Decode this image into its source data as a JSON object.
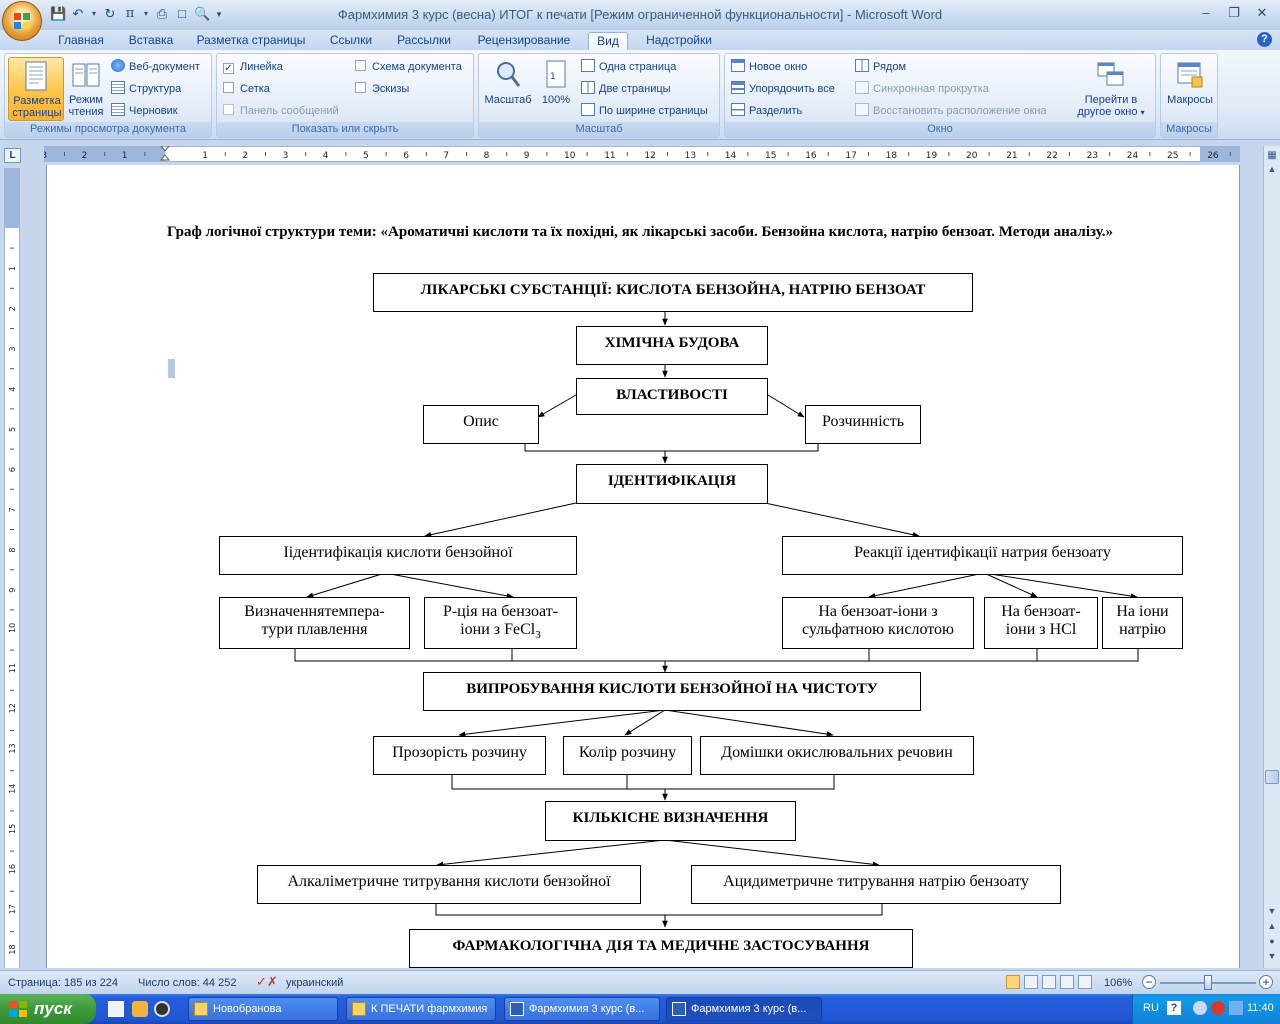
{
  "window": {
    "title": "Фармхимия 3 курс (весна) ИТОГ к печати [Режим ограниченной функциональности] - Microsoft Word"
  },
  "tabs": [
    {
      "label": "Главная"
    },
    {
      "label": "Вставка"
    },
    {
      "label": "Разметка страницы"
    },
    {
      "label": "Ссылки"
    },
    {
      "label": "Рассылки"
    },
    {
      "label": "Рецензирование"
    },
    {
      "label": "Вид",
      "active": true
    },
    {
      "label": "Надстройки"
    }
  ],
  "ribbon": {
    "views": {
      "label": "Режимы просмотра документа",
      "page_layout": "Разметка страницы",
      "reading_1": "Режим",
      "reading_2": "чтения",
      "web": "Веб-документ",
      "outline": "Структура",
      "draft": "Черновик"
    },
    "show": {
      "label": "Показать или скрыть",
      "ruler": "Линейка",
      "grid": "Сетка",
      "message_bar": "Панель сообщений",
      "doc_map": "Схема документа",
      "thumbnails": "Эскизы"
    },
    "zoom": {
      "label": "Масштаб",
      "zoom": "Масштаб",
      "hundred": "100%",
      "one_page": "Одна страница",
      "two_pages": "Две страницы",
      "page_width": "По ширине страницы"
    },
    "window": {
      "label": "Окно",
      "new_window": "Новое окно",
      "arrange_all": "Упорядочить все",
      "split": "Разделить",
      "side_by_side": "Рядом",
      "sync_scroll": "Синхронная прокрутка",
      "reset_pos": "Восстановить расположение окна",
      "switch_1": "Перейти в",
      "switch_2": "другое окно"
    },
    "macros": {
      "label": "Макросы",
      "macros": "Макросы"
    }
  },
  "ruler": {
    "ticks": [
      "3",
      "2",
      "1",
      "1",
      "2",
      "3",
      "4",
      "5",
      "6",
      "7",
      "8",
      "9",
      "10",
      "11",
      "12",
      "13",
      "14",
      "15",
      "16",
      "17",
      "18",
      "19",
      "20",
      "21",
      "22",
      "23",
      "24",
      "25",
      "26"
    ],
    "vticks": [
      "1",
      "2",
      "3",
      "4",
      "5",
      "6",
      "7",
      "8",
      "9",
      "10",
      "11",
      "12",
      "13",
      "14",
      "15",
      "16",
      "17",
      "18"
    ]
  },
  "document": {
    "heading": "Граф логічної структури теми: «Ароматичні кислоти та їх похідні, як лікарські засоби. Бензойна кислота, натрію бензоат. Методи аналізу.»",
    "nodes": {
      "n1": "ЛІКАРСЬКІ СУБСТАНЦІЇ: КИСЛОТА БЕНЗОЙНА, НАТРІЮ БЕНЗОАТ",
      "n2": "ХІМІЧНА БУДОВА",
      "n3": "ВЛАСТИВОСТІ",
      "n4": "Опис",
      "n5": "Розчинність",
      "n6": "ІДЕНТИФІКАЦІЯ",
      "n7": "Іідентифікація кислоти бензойної",
      "n8": "Реакції ідентифікації натрия бензоату",
      "n9a": "Визначеннятемпера-",
      "n9b": "тури плавлення",
      "n10a": "Р-ція на бензоат-",
      "n10b": "іони з FeCl",
      "n10sub": "3",
      "n11a": "На бензоат-іони з",
      "n11b": "сульфатною кислотою",
      "n12a": "На бензоат-",
      "n12b": "іони з HCl",
      "n13a": "На іони",
      "n13b": "натрію",
      "n14": "ВИПРОБУВАННЯ КИСЛОТИ БЕНЗОЙНОЇ НА ЧИСТОТУ",
      "n15": "Прозорість розчину",
      "n16": "Колір розчину",
      "n17": "Домішки окислювальних речовин",
      "n18": "КІЛЬКІСНЕ ВИЗНАЧЕННЯ",
      "n19": "Алкаліметричне титрування кислоти бензойної",
      "n20": "Ацидиметричне титрування натрію бензоату",
      "n21": "ФАРМАКОЛОГІЧНА ДІЯ ТА МЕДИЧНЕ ЗАСТОСУВАННЯ"
    }
  },
  "status": {
    "page": "Страница: 185 из 224",
    "words": "Число слов: 44 252",
    "language": "украинский",
    "zoom": "106%"
  },
  "taskbar": {
    "start": "пуск",
    "items": [
      {
        "label": "Новобранова"
      },
      {
        "label": "К ПЕЧАТИ фармхимия"
      },
      {
        "label": "Фармхимия 3 курс (в..."
      },
      {
        "label": "Фармхимия 3 курс (в...",
        "active": true
      }
    ],
    "lang": "RU",
    "clock": "11:40"
  }
}
